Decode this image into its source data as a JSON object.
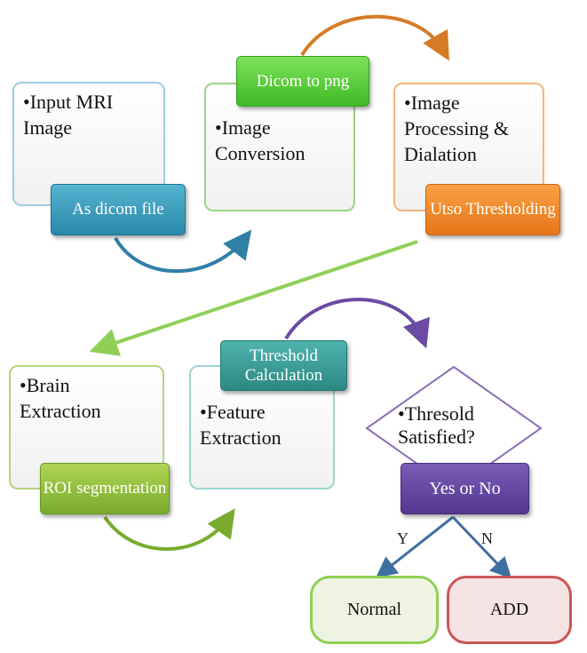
{
  "stage1": {
    "text": "•Input MRI Image",
    "tag": "As dicom file"
  },
  "stage2": {
    "text": "•Image Conversion",
    "tag": "Dicom to png"
  },
  "stage3": {
    "text": "•Image Processing & Dialation",
    "tag": "Utso Thresholding"
  },
  "stage4": {
    "text": "•Brain Extraction",
    "tag": "ROI segmentation"
  },
  "stage5": {
    "text": "•Feature Extraction",
    "tag": "Threshold Calculation"
  },
  "decision": {
    "text": "•Thresold Satisfied?",
    "tag": "Yes or No",
    "yes_label": "Y",
    "no_label": "N"
  },
  "outcomes": {
    "normal": "Normal",
    "add": "ADD"
  },
  "colors": {
    "blue": "#2b88a9",
    "green": "#3fba25",
    "orange": "#e6761a",
    "lime": "#79ab2e",
    "teal": "#2c8883",
    "purple": "#55378f"
  }
}
